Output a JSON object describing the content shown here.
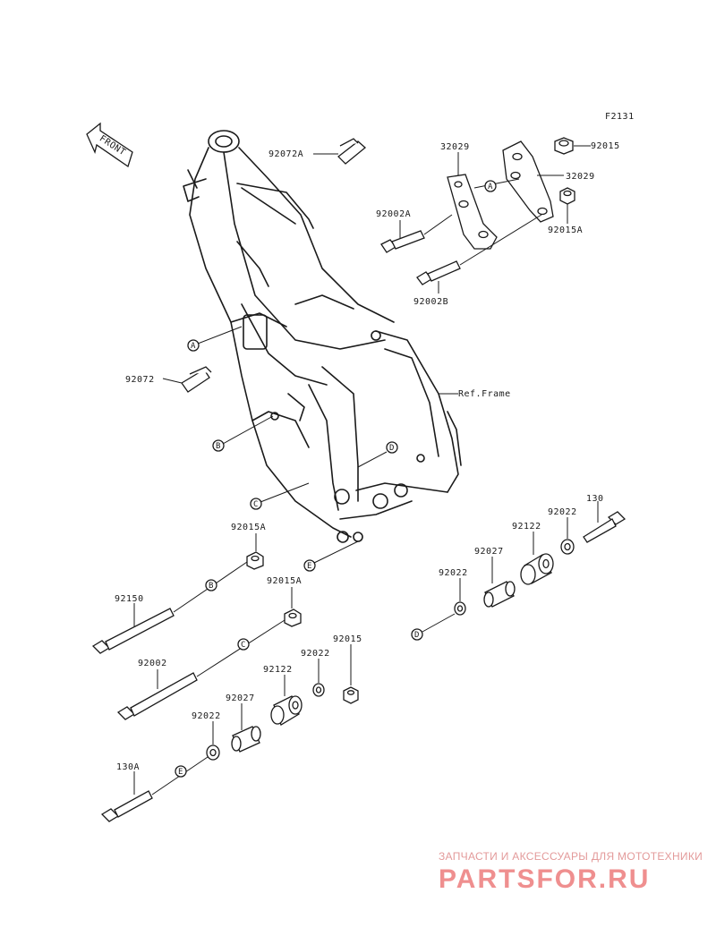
{
  "figure_code": "F2131",
  "front_label": "FRONT",
  "ref_label": "Ref.Frame",
  "parts": {
    "p92072a": "92072A",
    "p92072": "92072",
    "p32029_top": "32029",
    "p32029_right": "32029",
    "p92015_top": "92015",
    "p92015a_top": "92015A",
    "p92002a": "92002A",
    "p92002b": "92002B",
    "p92015a_b": "92015A",
    "p92150": "92150",
    "p92015a_c": "92015A",
    "p92002": "92002",
    "p92015_low": "92015",
    "p92022_low": "92022",
    "p92122_low": "92122",
    "p92027_low": "92027",
    "p92022_low2": "92022",
    "p130a": "130A",
    "p130": "130",
    "p92022_r": "92022",
    "p92122_r": "92122",
    "p92027_r": "92027",
    "p92022_r2": "92022"
  },
  "callouts": {
    "a1": "A",
    "a2": "A",
    "b1": "B",
    "b2": "B",
    "c1": "C",
    "c2": "C",
    "d1": "D",
    "d2": "D",
    "e1": "E",
    "e2": "E"
  },
  "watermark": {
    "tagline": "ЗАПЧАСТИ И АКСЕССУАРЫ ДЛЯ МОТОТЕХНИКИ",
    "brand": "PARTSFOR.RU"
  }
}
